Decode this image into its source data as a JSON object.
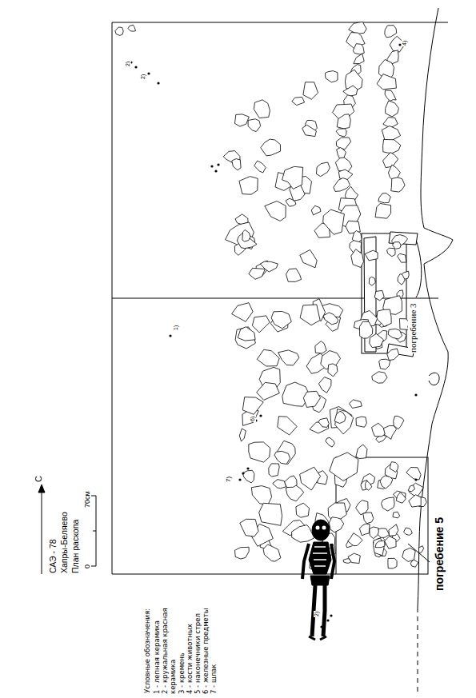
{
  "diagram": {
    "labels": [
      "С",
      "САЭ - 78",
      "Хапры-Беляево",
      "План раскопа",
      "0",
      "70см",
      "Условные обозначения:",
      "погребение 3",
      "погребение 5",
      "1)",
      "2)",
      "2)",
      "4)",
      "7)",
      "6)",
      "2)"
    ],
    "legend": [
      {
        "text": "1 - лепная керамика"
      },
      {
        "text": "2 - кружальная красная керамика"
      },
      {
        "text": "3 - кремень"
      },
      {
        "text": "4 - кости животных"
      },
      {
        "text": "5 - наконечники стрел"
      },
      {
        "text": "6 - железные предметы"
      },
      {
        "text": "7 - шлак"
      }
    ]
  }
}
